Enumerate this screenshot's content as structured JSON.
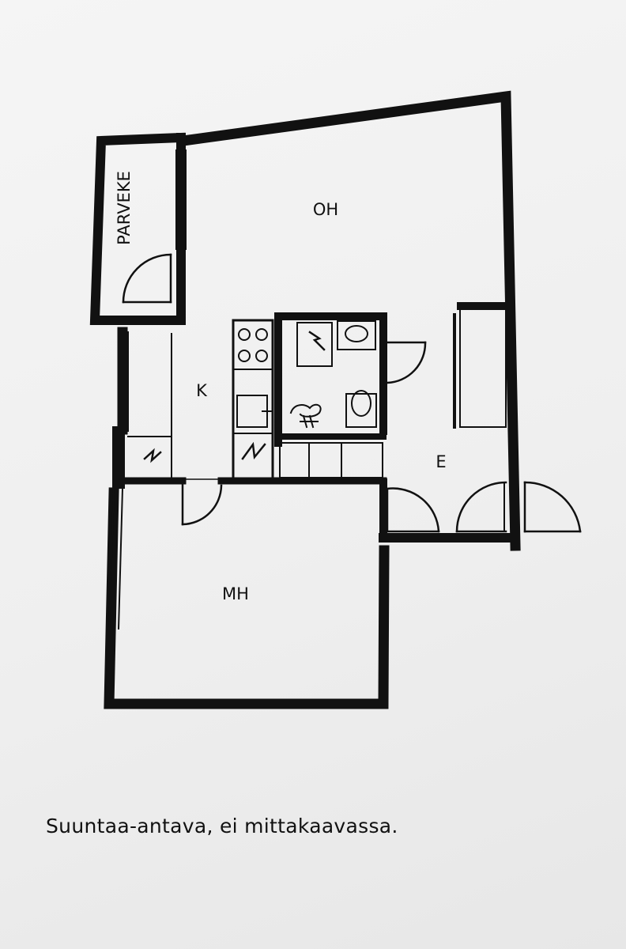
{
  "rooms": {
    "balcony": "PARVEKE",
    "living_room": "OH",
    "kitchen": "K",
    "entrance": "E",
    "bedroom": "MH"
  },
  "caption": "Suuntaa-antava, ei mittakaavassa.",
  "colors": {
    "wall": "#111111",
    "paper": "#f2f2f2"
  }
}
